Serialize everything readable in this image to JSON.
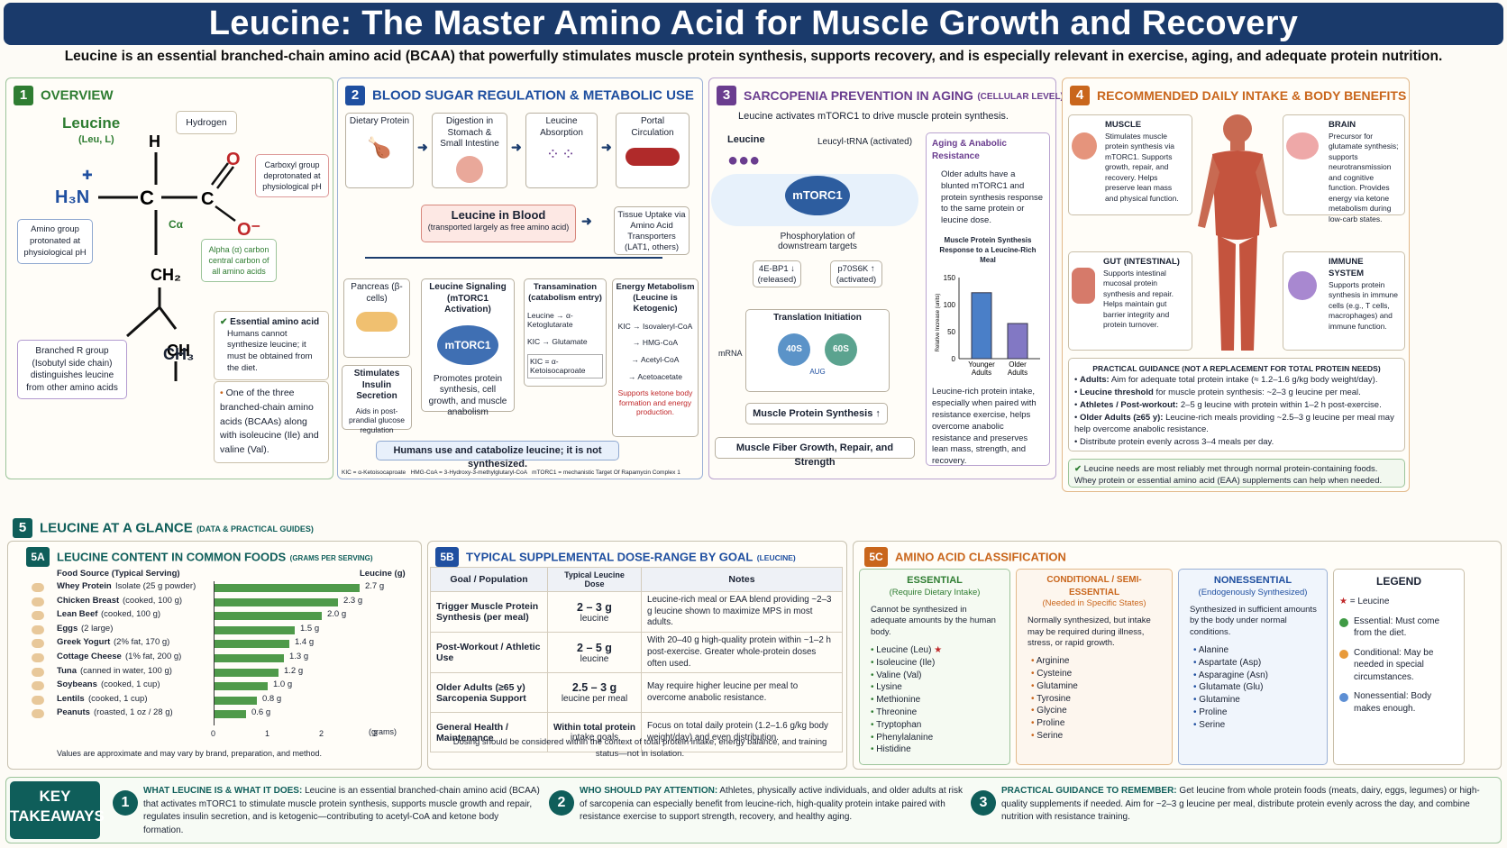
{
  "title": "Leucine: The Master Amino Acid for Muscle Growth and Recovery",
  "subtitle": "Leucine is an essential branched-chain amino acid (BCAA) that powerfully stimulates muscle protein synthesis, supports recovery, and is especially relevant in exercise, aging, and adequate protein nutrition.",
  "p1": {
    "num": "1",
    "title": "OVERVIEW",
    "name": "Leucine",
    "abbr": "(Leu, L)",
    "hydrogen": "Hydrogen",
    "carboxyl": "Carboxyl group deprotonated at physiological pH",
    "amino": "Amino group protonated at physiological pH",
    "alpha": "Alpha (α) carbon central carbon of all amino acids",
    "rgroup": "Branched R group (Isobutyl side chain) distinguishes leucine from other amino acids",
    "essential_title": "Essential amino acid",
    "essential_text": "Humans cannot synthesize leucine; it must be obtained from the diet.",
    "bcaa": "One of the three branched-chain amino acids (BCAAs) along with isoleucine (Ile) and valine (Val)."
  },
  "p2": {
    "num": "2",
    "title": "BLOOD SUGAR REGULATION & METABOLIC USE",
    "dietary": "Dietary Protein",
    "digestion": "Digestion in Stomach & Small Intestine",
    "absorption": "Leucine Absorption",
    "portal": "Portal Circulation",
    "blood": "Leucine in Blood",
    "blood_sub": "(transported largely as free amino acid)",
    "tissue": "Tissue Uptake via Amino Acid Transporters (LAT1, others)",
    "pancreas": "Pancreas (β-cells)",
    "insulin": "Stimulates Insulin Secretion",
    "insulin_sub": "Aids in post-prandial glucose regulation",
    "signaling": "Leucine Signaling (mTORC1 Activation)",
    "mtorc1": "mTORC1",
    "promotes": "Promotes protein synthesis, cell growth, and muscle anabolism",
    "transamination": "Transamination (catabolism entry)",
    "trans1": "Leucine → α-Ketoglutarate",
    "trans2": "KIC → Glutamate",
    "trans3": "KIC = α-Ketoisocaproate",
    "energy": "Energy Metabolism (Leucine is Ketogenic)",
    "e1": "KIC → Isovaleryl-CoA",
    "e2": "→ HMG-CoA",
    "e3": "→ Acetyl-CoA",
    "e4": "→ Acetoacetate",
    "ketone": "Supports ketone body formation and energy production.",
    "footer": "Humans use and catabolize leucine; it is not synthesized.",
    "abbr1": "KIC = α-Ketoisocaproate",
    "abbr2": "HMG-CoA = 3-Hydroxy-3-methylglutaryl-CoA",
    "abbr3": "mTORC1 = mechanistic Target Of Rapamycin Complex 1"
  },
  "p3": {
    "num": "3",
    "title": "SARCOPENIA PREVENTION IN AGING",
    "title_sub": "(CELLULAR LEVEL)",
    "lead": "Leucine activates mTORC1 to drive muscle protein synthesis.",
    "leucine": "Leucine",
    "trna": "Leucyl-tRNA (activated)",
    "mtorc1": "mTORC1",
    "phos": "Phosphorylation of downstream targets",
    "bp1": "4E-BP1 ↓ (released)",
    "s6k": "p70S6K ↑ (activated)",
    "transl": "Translation Initiation",
    "mrna": "mRNA",
    "s40": "40S",
    "s60": "60S",
    "aug": "AUG",
    "mps": "Muscle Protein Synthesis ↑",
    "fiber": "Muscle Fiber Growth, Repair, and Strength",
    "aging_title": "Aging & Anabolic Resistance",
    "aging_text": "Older adults have a blunted mTORC1 and protein synthesis response to the same protein or leucine dose.",
    "chart_title": "Muscle Protein Synthesis Response to a Leucine-Rich Meal",
    "chart_note": "Leucine-rich protein intake, especially when paired with resistance exercise, helps overcome anabolic resistance and preserves lean mass, strength, and recovery."
  },
  "chart_data": {
    "type": "bar",
    "title": "Muscle Protein Synthesis Response to a Leucine-Rich Meal",
    "categories": [
      "Younger Adults",
      "Older Adults"
    ],
    "values": [
      122,
      65
    ],
    "ylabel": "Relative Increase (units)",
    "ylim": [
      0,
      150
    ],
    "yticks": [
      0,
      50,
      100,
      150
    ]
  },
  "p4": {
    "num": "4",
    "title": "RECOMMENDED DAILY INTAKE & BODY BENEFITS",
    "muscle_t": "MUSCLE",
    "muscle": "Stimulates muscle protein synthesis via mTORC1. Supports growth, repair, and recovery. Helps preserve lean mass and physical function.",
    "brain_t": "BRAIN",
    "brain": "Precursor for glutamate synthesis; supports neurotransmission and cognitive function. Provides energy via ketone metabolism during low-carb states.",
    "gut_t": "GUT (INTESTINAL)",
    "gut": "Supports intestinal mucosal protein synthesis and repair. Helps maintain gut barrier integrity and protein turnover.",
    "immune_t": "IMMUNE SYSTEM",
    "immune": "Supports protein synthesis in immune cells (e.g., T cells, macrophages) and immune function.",
    "guide_t": "PRACTICAL GUIDANCE (NOT A REPLACEMENT FOR TOTAL PROTEIN NEEDS)",
    "g1b": "Adults:",
    "g1": "Aim for adequate total protein intake (≈ 1.2–1.6 g/kg body weight/day).",
    "g2b": "Leucine threshold",
    "g2": "for muscle protein synthesis: ~2–3 g leucine per meal.",
    "g3b": "Athletes / Post-workout:",
    "g3": "2–5 g leucine with protein within 1–2 h post-exercise.",
    "g4b": "Older Adults (≥65 y):",
    "g4": "Leucine-rich meals providing ~2.5–3 g leucine per meal may help overcome anabolic resistance.",
    "g5": "Distribute protein evenly across 3–4 meals per day.",
    "check": "Leucine needs are most reliably met through normal protein-containing foods. Whey protein or essential amino acid (EAA) supplements can help when needed."
  },
  "p5": {
    "num": "5",
    "title": "LEUCINE AT A GLANCE",
    "title_sub": "(DATA & PRACTICAL GUIDES)"
  },
  "p5a": {
    "num": "5A",
    "title": "LEUCINE CONTENT IN COMMON FOODS",
    "title_sub": "(GRAMS PER SERVING)",
    "col1": "Food Source (Typical Serving)",
    "col2": "Leucine (g)",
    "axis_unit": "(grams)",
    "note": "Values are approximate and may vary by brand, preparation, and method.",
    "foods": [
      {
        "name": "Whey Protein",
        "serv": "Isolate (25 g powder)",
        "val": "2.7 g"
      },
      {
        "name": "Chicken Breast",
        "serv": "(cooked, 100 g)",
        "val": "2.3 g"
      },
      {
        "name": "Lean Beef",
        "serv": "(cooked, 100 g)",
        "val": "2.0 g"
      },
      {
        "name": "Eggs",
        "serv": "(2 large)",
        "val": "1.5 g"
      },
      {
        "name": "Greek Yogurt",
        "serv": "(2% fat, 170 g)",
        "val": "1.4 g"
      },
      {
        "name": "Cottage Cheese",
        "serv": "(1% fat, 200 g)",
        "val": "1.3 g"
      },
      {
        "name": "Tuna",
        "serv": "(canned in water, 100 g)",
        "val": "1.2 g"
      },
      {
        "name": "Soybeans",
        "serv": "(cooked, 1 cup)",
        "val": "1.0 g"
      },
      {
        "name": "Lentils",
        "serv": "(cooked, 1 cup)",
        "val": "0.8 g"
      },
      {
        "name": "Peanuts",
        "serv": "(roasted, 1 oz / 28 g)",
        "val": "0.6 g"
      }
    ],
    "food_values": [
      2.7,
      2.3,
      2.0,
      1.5,
      1.4,
      1.3,
      1.2,
      1.0,
      0.8,
      0.6
    ],
    "ticks": [
      "0",
      "1",
      "2",
      "3"
    ]
  },
  "p5b": {
    "num": "5B",
    "title": "TYPICAL SUPPLEMENTAL DOSE-RANGE BY GOAL",
    "title_sub": "(LEUCINE)",
    "h1": "Goal / Population",
    "h2": "Typical Leucine Dose",
    "h3": "Notes",
    "rows": [
      {
        "goal": "Trigger Muscle Protein Synthesis (per meal)",
        "dose": "2 – 3 g",
        "unit": "leucine",
        "notes": "Leucine-rich meal or EAA blend providing ~2–3 g leucine shown to maximize MPS in most adults."
      },
      {
        "goal": "Post-Workout / Athletic Use",
        "dose": "2 – 5 g",
        "unit": "leucine",
        "notes": "With 20–40 g high-quality protein within ~1–2 h post-exercise. Greater whole-protein doses often used."
      },
      {
        "goal": "Older Adults (≥65 y) Sarcopenia Support",
        "dose": "2.5 – 3 g",
        "unit": "leucine per meal",
        "notes": "May require higher leucine per meal to overcome anabolic resistance."
      },
      {
        "goal": "General Health / Maintenance",
        "dose": "Within total protein",
        "unit": "intake goals",
        "notes": "Focus on total daily protein (1.2–1.6 g/kg body weight/day) and even distribution."
      }
    ],
    "footer": "Dosing should be considered within the context of total protein intake, energy balance, and training status—not in isolation."
  },
  "p5c": {
    "num": "5C",
    "title": "AMINO ACID CLASSIFICATION",
    "ess_t": "ESSENTIAL",
    "ess_s": "(Require Dietary Intake)",
    "ess_d": "Cannot be synthesized in adequate amounts by the human body.",
    "ess": [
      "Leucine (Leu)",
      "Isoleucine (Ile)",
      "Valine (Val)",
      "Lysine",
      "Methionine",
      "Threonine",
      "Tryptophan",
      "Phenylalanine",
      "Histidine"
    ],
    "cond_t": "CONDITIONAL / SEMI-ESSENTIAL",
    "cond_s": "(Needed in Specific States)",
    "cond_d": "Normally synthesized, but intake may be required during illness, stress, or rapid growth.",
    "cond": [
      "Arginine",
      "Cysteine",
      "Glutamine",
      "Tyrosine",
      "Glycine",
      "Proline",
      "Serine"
    ],
    "non_t": "NONESSENTIAL",
    "non_s": "(Endogenously Synthesized)",
    "non_d": "Synthesized in sufficient amounts by the body under normal conditions.",
    "non": [
      "Alanine",
      "Aspartate (Asp)",
      "Asparagine (Asn)",
      "Glutamate (Glu)",
      "Glutamine",
      "Proline",
      "Serine"
    ],
    "legend_t": "LEGEND",
    "l1": "= Leucine",
    "l2": "Essential: Must come from the diet.",
    "l3": "Conditional: May be needed in special circumstances.",
    "l4": "Nonessential: Body makes enough."
  },
  "kt": {
    "label1": "KEY",
    "label2": "TAKEAWAYS",
    "t1b": "WHAT LEUCINE IS & WHAT IT DOES:",
    "t1": "Leucine is an essential branched-chain amino acid (BCAA) that activates mTORC1 to stimulate muscle protein synthesis, supports muscle growth and repair, regulates insulin secretion, and is ketogenic—contributing to acetyl-CoA and ketone body formation.",
    "t2b": "WHO SHOULD PAY ATTENTION:",
    "t2": "Athletes, physically active individuals, and older adults at risk of sarcopenia can especially benefit from leucine-rich, high-quality protein intake paired with resistance exercise to support strength, recovery, and healthy aging.",
    "t3b": "PRACTICAL GUIDANCE TO REMEMBER:",
    "t3": "Get leucine from whole protein foods (meats, dairy, eggs, legumes) or high-quality supplements if needed. Aim for ~2–3 g leucine per meal, distribute protein evenly across the day, and combine nutrition with resistance training.",
    "n1": "1",
    "n2": "2",
    "n3": "3"
  },
  "colors": {
    "navy": "#1a3a6b",
    "green": "#2f7d32",
    "blue": "#1f4fa0",
    "purple": "#6a3d8f",
    "orange": "#c9661c",
    "teal": "#0f5e5a"
  }
}
